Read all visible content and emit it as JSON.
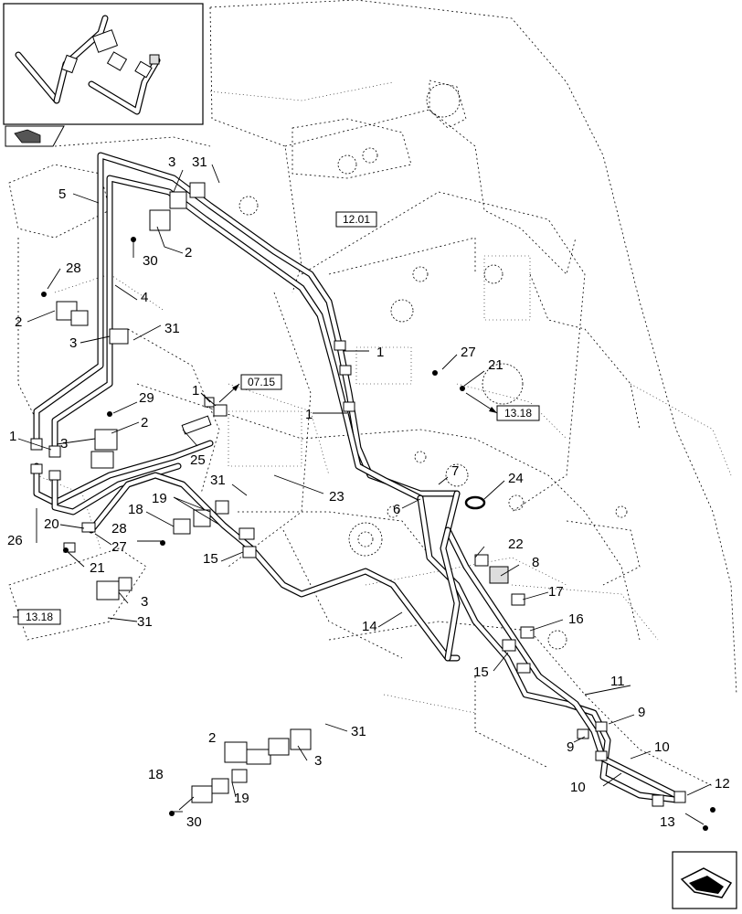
{
  "diagram": {
    "callouts": [
      "1",
      "1",
      "1",
      "1",
      "2",
      "2",
      "2",
      "2",
      "2",
      "3",
      "3",
      "3",
      "3",
      "3",
      "4",
      "5",
      "6",
      "7",
      "8",
      "9",
      "9",
      "10",
      "10",
      "11",
      "12",
      "13",
      "14",
      "15",
      "15",
      "16",
      "17",
      "18",
      "18",
      "19",
      "19",
      "20",
      "21",
      "21",
      "22",
      "23",
      "24",
      "25",
      "26",
      "27",
      "27",
      "28",
      "28",
      "29",
      "30",
      "30",
      "31",
      "31",
      "31",
      "31",
      "31"
    ],
    "refs": [
      "12.01",
      "07.15",
      "13.18",
      "13.18"
    ],
    "inset_nav_icon": "page-back-arrow-icon",
    "corner_nav_icon": "next-page-arrow-icon"
  }
}
